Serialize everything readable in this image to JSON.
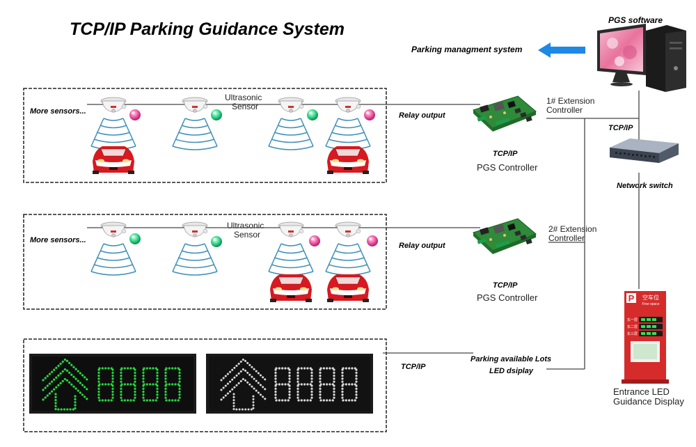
{
  "title": "TCP/IP Parking Guidance System",
  "pgs_software": "PGS software",
  "parking_mgmt": "Parking managment system",
  "network_switch": "Network switch",
  "tcpip_labels": [
    "TCP/IP",
    "TCP/IP",
    "TCP/IP",
    "TCP/IP"
  ],
  "zone1": {
    "more_sensors": "More sensors...",
    "ultrasonic": [
      "Ultrasonic",
      "Sensor"
    ],
    "relay_output": "Relay output",
    "extension": [
      "1#    Extension",
      "Controller"
    ],
    "controller_label": "PGS Controller"
  },
  "zone2": {
    "more_sensors": "More sensors...",
    "ultrasonic": [
      "Ultrasonic",
      "Sensor"
    ],
    "relay_output": "Relay output",
    "extension": [
      "2#    Extension",
      "Controller"
    ],
    "controller_label": "PGS Controller"
  },
  "display": {
    "available_lots": [
      "Parking available Lots",
      "LED dsiplay"
    ],
    "entrance": [
      "Entrance LED",
      "Guidance Display"
    ],
    "sign_header": "空车位",
    "sign_sub": "Free space",
    "sign_rows": [
      "东一层",
      "东二层",
      "东三层"
    ]
  },
  "colors": {
    "arrow_blue": "#1e88e5",
    "led_green": "#27d640",
    "car_red": "#d71920",
    "sign_red": "#d62b2b",
    "pcb_green": "#2f8a3a"
  }
}
